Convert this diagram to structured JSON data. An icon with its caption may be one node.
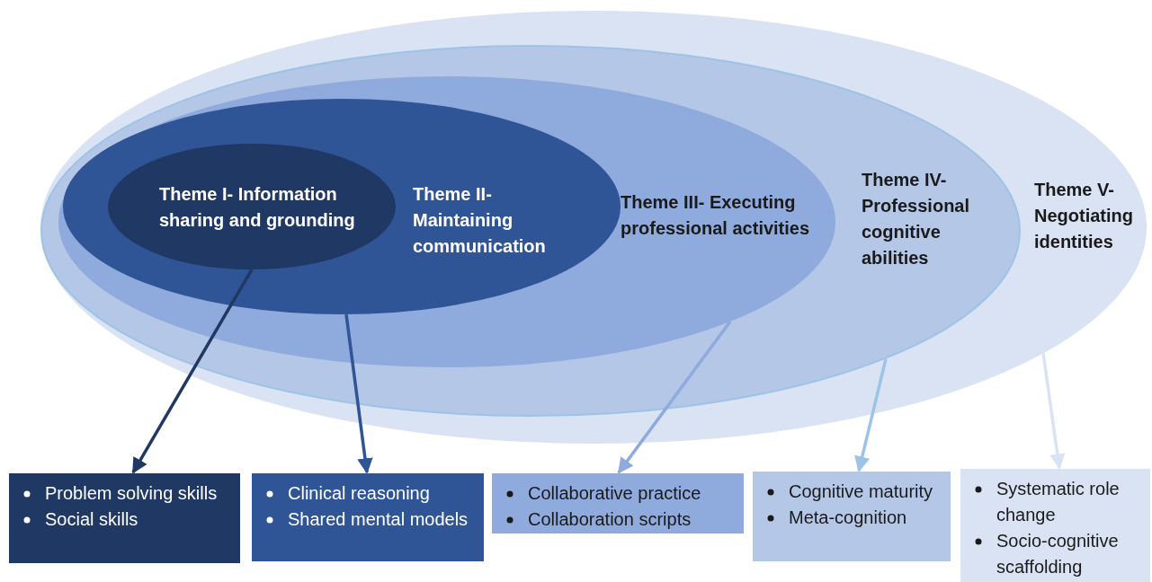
{
  "diagram": {
    "nodes": [
      {
        "text": [
          "Theme V- Negotiating identities"
        ]
      },
      {
        "text": [
          "Theme IV- Professional cognitive abilities"
        ],
        "in": 0
      },
      {
        "text": [
          "Theme III- Executing professional activities"
        ],
        "in": 1
      },
      {
        "text": [
          "Theme II- Maintaining communication"
        ],
        "in": 2
      },
      {
        "text": [
          "Theme I- Information sharing and grounding"
        ],
        "in": 3
      },
      {
        "text": [
          "Problem solving skills",
          "Social skills"
        ]
      },
      {
        "text": [
          "Clinical reasoning",
          "Shared mental models"
        ]
      },
      {
        "text": [
          "Collaborative practice",
          "Collaboration scripts"
        ]
      },
      {
        "text": [
          "Cognitive maturity",
          "Meta-cognition"
        ]
      },
      {
        "text": [
          "Systematic role change",
          "Socio-cognitive scaffolding"
        ]
      }
    ],
    "edges": [
      {
        "from": 4,
        "to": 5,
        "arrow": "to",
        "color": "#203864"
      },
      {
        "from": 3,
        "to": 6,
        "arrow": "to",
        "color": "#2f5597"
      },
      {
        "from": 2,
        "to": 7,
        "arrow": "to",
        "color": "#8faadc"
      },
      {
        "from": 1,
        "to": 8,
        "arrow": "to",
        "color": "#9dc3e6"
      },
      {
        "from": 0,
        "to": 9,
        "arrow": "to",
        "color": "#dae3f3"
      }
    ]
  }
}
